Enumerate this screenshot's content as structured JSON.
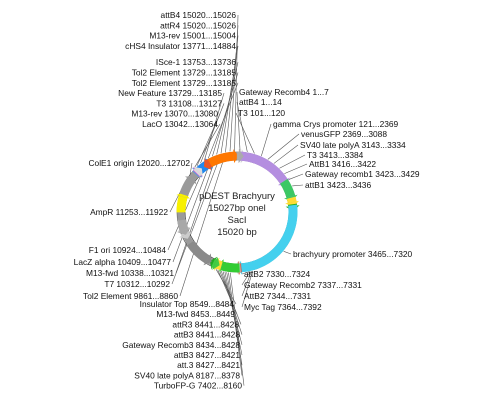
{
  "plasmid": {
    "name": "pDEST Brachyury",
    "line2": "15027bp onel",
    "line3": "SacI",
    "length": "15020 bp"
  },
  "colors": {
    "backbone": "#9a9a9a",
    "ring_inner": "#444444",
    "leader": "#555555",
    "labels": "#111111"
  },
  "features": [
    {
      "id": "gateway-recomb1",
      "start": 1,
      "end": 7,
      "color": "#c0c0c0"
    },
    {
      "id": "attb4",
      "start": 1,
      "end": 14,
      "color": "#c0c0c0"
    },
    {
      "id": "t3-top",
      "start": 101,
      "end": 120,
      "color": "#d0d0d0"
    },
    {
      "id": "gamma-crys-promoter",
      "start": 121,
      "end": 2369,
      "color": "#b48ee0"
    },
    {
      "id": "venusgfp",
      "start": 2369,
      "end": 3088,
      "color": "#3cc864"
    },
    {
      "id": "sv40-late-polya-top",
      "start": 3143,
      "end": 3334,
      "color": "#ffdd33"
    },
    {
      "id": "attb1",
      "start": 3423,
      "end": 3436,
      "color": "#22b022"
    },
    {
      "id": "brachyury-promoter",
      "start": 3465,
      "end": 7320,
      "color": "#44d0ee"
    },
    {
      "id": "attb2-right",
      "start": 7330,
      "end": 7344,
      "color": "#e04428"
    },
    {
      "id": "myc-tag",
      "start": 7364,
      "end": 7392,
      "color": "#c8c8c8"
    },
    {
      "id": "turbofp",
      "start": 7402,
      "end": 8160,
      "color": "#33cc33"
    },
    {
      "id": "sv40-late-polya-bottom",
      "start": 8187,
      "end": 8378,
      "color": "#ffdd33"
    },
    {
      "id": "attb3",
      "start": 8427,
      "end": 8441,
      "color": "#22aa22"
    },
    {
      "id": "insulator-top",
      "start": 8549,
      "end": 8484,
      "color": "#44cc44"
    },
    {
      "id": "tol2-element-left",
      "start": 9861,
      "end": 8860,
      "color": "#8a8a8a"
    },
    {
      "id": "t7",
      "start": 10312,
      "end": 10292,
      "color": "#cccccc"
    },
    {
      "id": "lacz-alpha",
      "start": 10409,
      "end": 10477,
      "color": "#cccccc"
    },
    {
      "id": "f1-ori",
      "start": 10924,
      "end": 10484,
      "color": "#a8a8a8"
    },
    {
      "id": "ampr",
      "start": 11253,
      "end": 11922,
      "color": "#f8f000"
    },
    {
      "id": "cole1-origin",
      "start": 12020,
      "end": 12702,
      "color": "#9a9a9a"
    },
    {
      "id": "laco",
      "start": 13042,
      "end": 13064,
      "color": "#3aa6ee"
    },
    {
      "id": "tol2-element-top",
      "start": 13185,
      "end": 13729,
      "color": "#2288ee"
    },
    {
      "id": "m13-rev",
      "start": 13070,
      "end": 13080,
      "color": "#cc66cc"
    },
    {
      "id": "t3-left",
      "start": 13108,
      "end": 13127,
      "color": "#dddddd"
    },
    {
      "id": "chs4-insulator",
      "start": 13771,
      "end": 14884,
      "color": "#ff7700"
    },
    {
      "id": "isce1",
      "start": 13753,
      "end": 13736,
      "color": "#ee5522"
    },
    {
      "id": "attb4-top",
      "start": 15020,
      "end": 15026,
      "color": "#aaaaaa"
    }
  ],
  "labels": {
    "top": [
      "attB4 15020...15026",
      "attR4 15020...15026",
      "M13-rev 15001...15004",
      "cHS4 Insulator 13771...14884",
      "ISce-1 13753...13736",
      "Tol2 Element 13729...13185",
      "Tol2 Element 13729...13185",
      "New Feature 13729...13185",
      "T3 13108...13127",
      "M13-rev 13070...13080",
      "LacO 13042...13064"
    ],
    "left": [
      "ColE1 origin 12020...12702",
      "AmpR 11253...11922",
      "F1 ori 10924...10484",
      "LacZ alpha 10409...10477",
      "M13-fwd 10338...10321",
      "T7 10312...10292",
      "Tol2 Element 9861...8860"
    ],
    "bottom": [
      "Insulator Top 8549...8484",
      "M13-fwd 8453...8449",
      "attR3 8441...8428",
      "attB3 8441...8428",
      "Gateway Recomb3 8434...8428",
      "attB3 8427...8421",
      "att.3 8427...8421",
      "SV40 late polyA 8187...8378",
      "TurboFP-G 7402...8160"
    ],
    "right_top": [
      "Gateway Recomb4 1...7",
      "attB4 1...14",
      "T3 101...120",
      "gamma Crys promoter 121...2369",
      "venusGFP 2369...3088",
      "SV40 late polyA 3143...3334",
      "T3 3413...3384",
      "AttB1 3416...3422",
      "Gateway recomb1 3423...3429",
      "attB1 3423...3436"
    ],
    "right_mid": [
      "brachyury promoter 3465...7320"
    ],
    "right_bottom": [
      "attB2 7330...7324",
      "Gateway Recomb2 7337...7331",
      "AttB2 7344...7331",
      "Myc Tag 7364...7392"
    ]
  }
}
